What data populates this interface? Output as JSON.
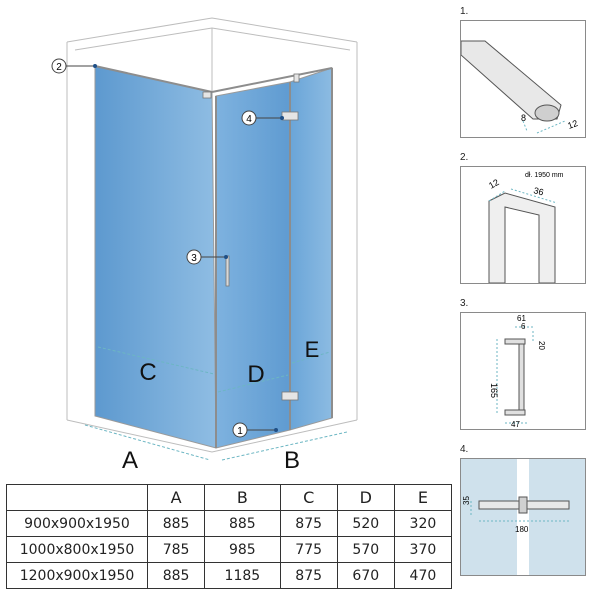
{
  "main": {
    "dimension_labels": {
      "A": "A",
      "B": "B",
      "C": "C",
      "D": "D",
      "E": "E"
    },
    "callouts": [
      "1",
      "2",
      "3",
      "4"
    ]
  },
  "details": [
    {
      "label": "1.",
      "dims": [
        "8",
        "12"
      ]
    },
    {
      "label": "2.",
      "dims": [
        "12",
        "36",
        "dł. 1950 mm"
      ]
    },
    {
      "label": "3.",
      "dims": [
        "61",
        "6",
        "20",
        "165",
        "47"
      ]
    },
    {
      "label": "4.",
      "dims": [
        "35",
        "180"
      ]
    }
  ],
  "table": {
    "headers": [
      "",
      "A",
      "B",
      "C",
      "D",
      "E"
    ],
    "rows": [
      [
        "900x900x1950",
        "885",
        "885",
        "875",
        "520",
        "320"
      ],
      [
        "1000x800x1950",
        "785",
        "985",
        "775",
        "570",
        "370"
      ],
      [
        "1200x900x1950",
        "885",
        "1185",
        "875",
        "670",
        "470"
      ]
    ]
  }
}
